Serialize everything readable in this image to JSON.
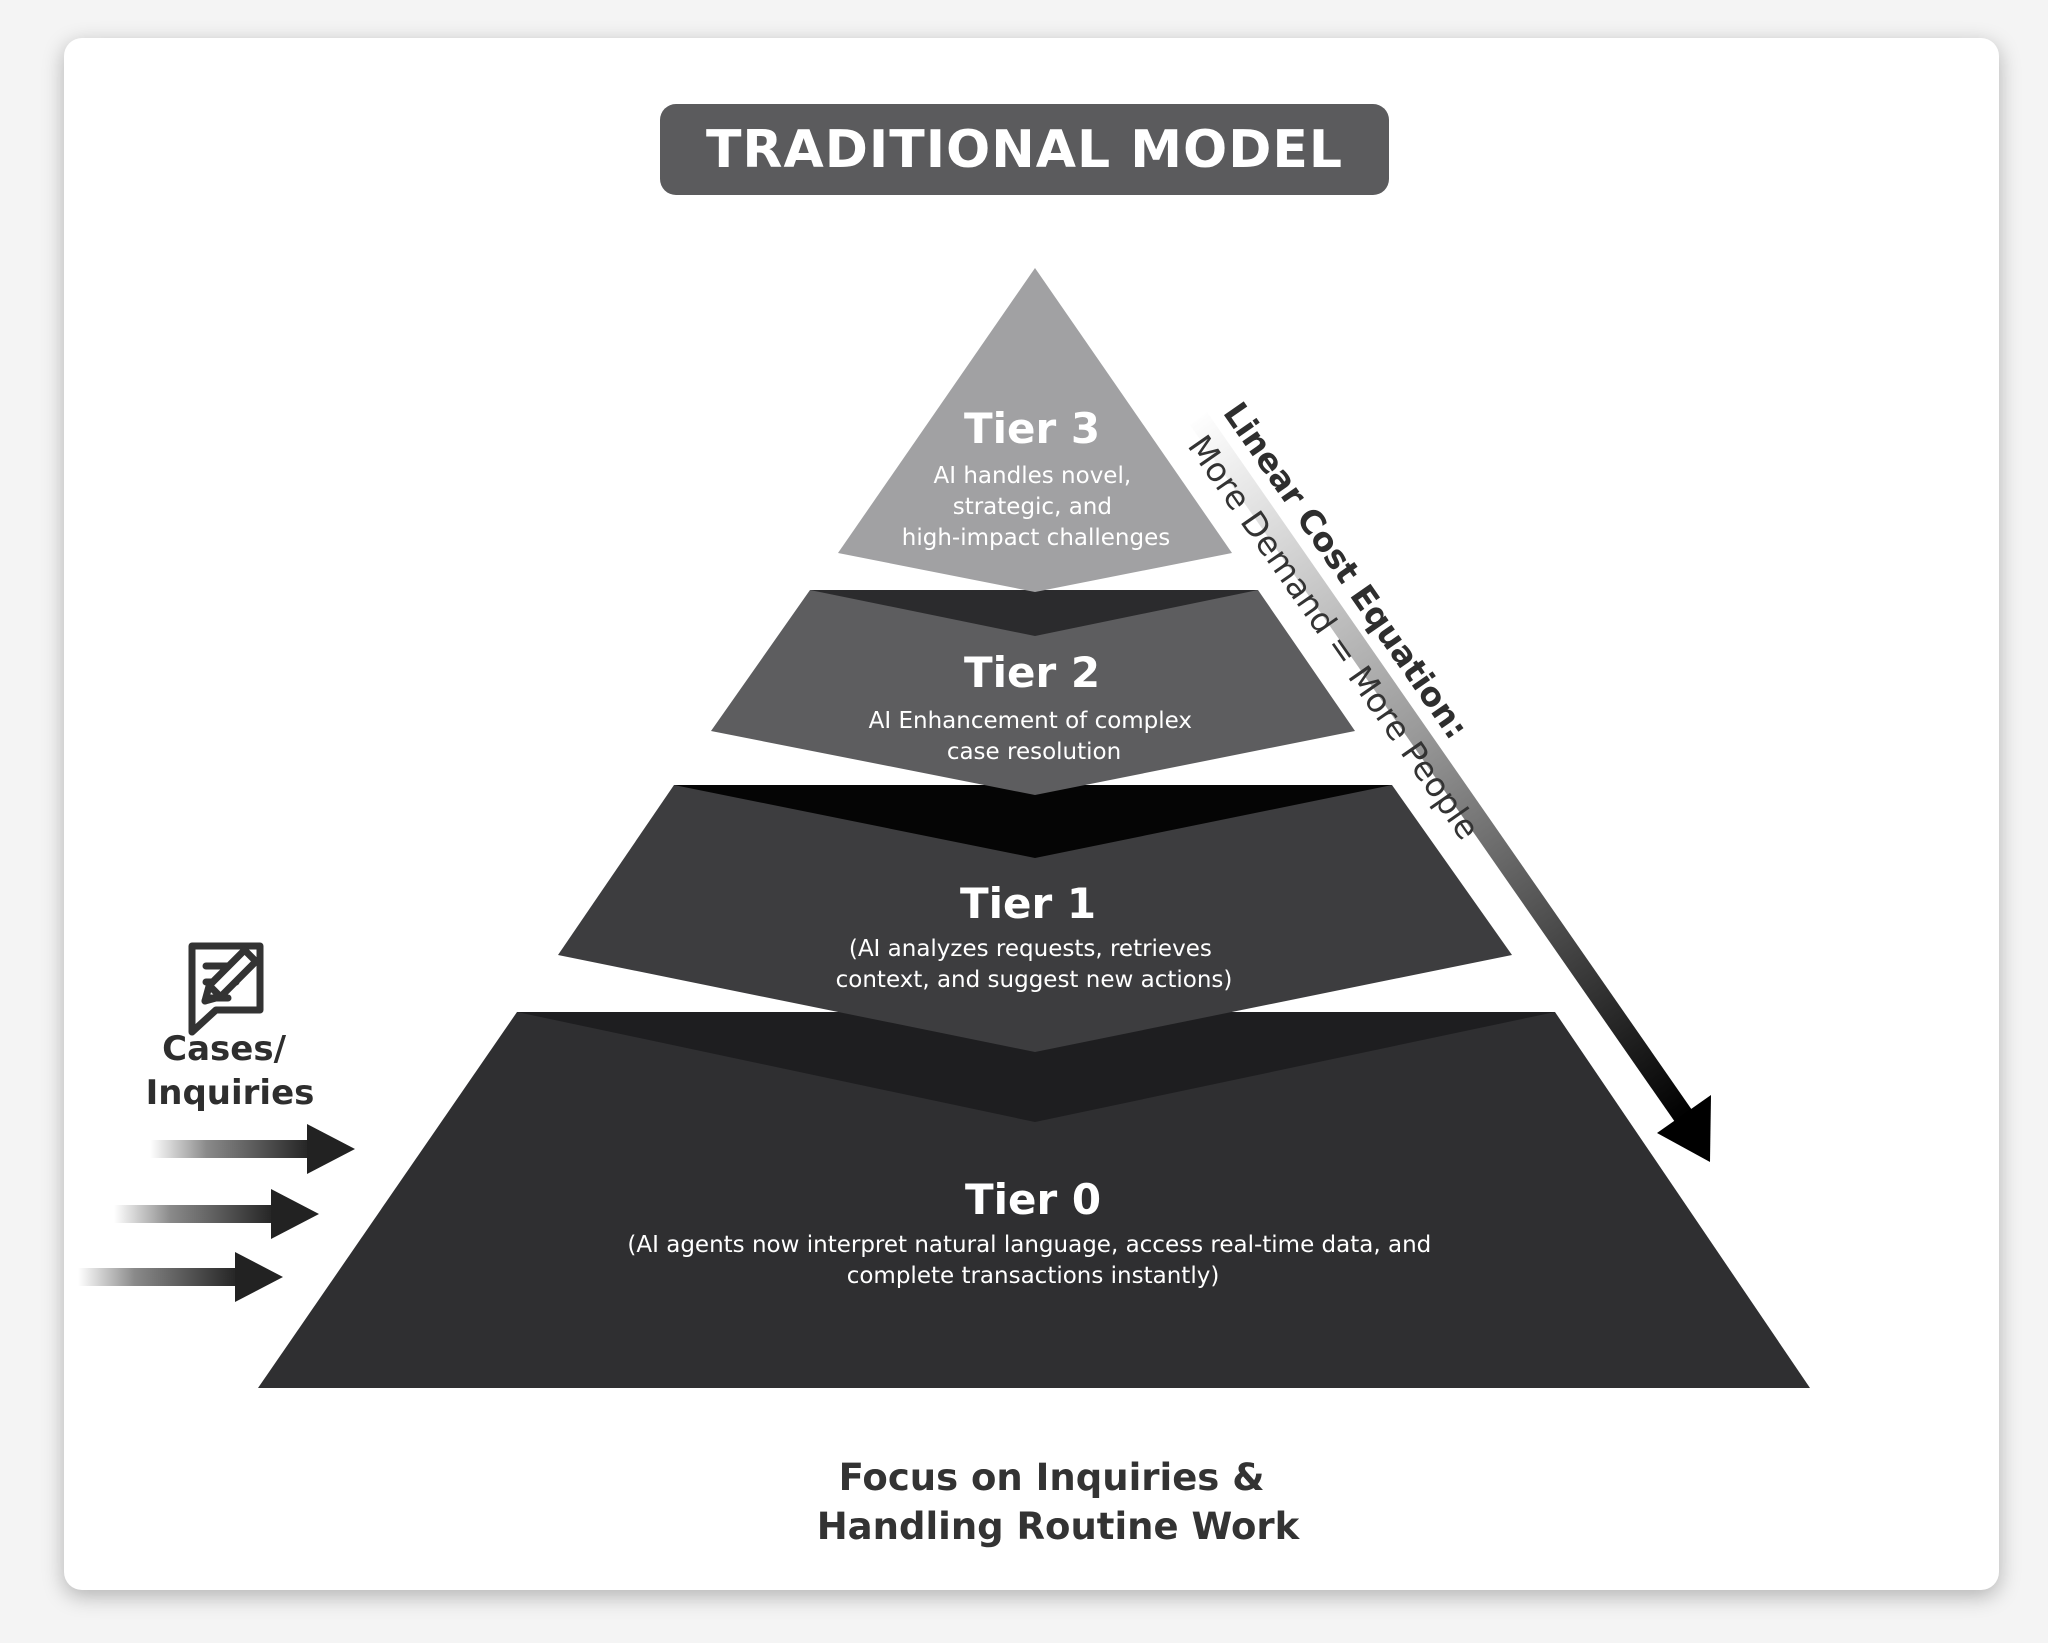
{
  "title": "TRADITIONAL MODEL",
  "tiers": [
    {
      "name": "Tier 3",
      "desc": [
        "AI handles novel,",
        "strategic, and",
        "high-impact challenges"
      ]
    },
    {
      "name": "Tier 2",
      "desc": [
        "AI Enhancement of complex",
        "case resolution"
      ]
    },
    {
      "name": "Tier 1",
      "desc": [
        "(AI analyzes requests, retrieves",
        "context, and suggest new actions)"
      ]
    },
    {
      "name": "Tier 0",
      "desc": [
        "(AI agents now interpret natural language, access real-time data, and",
        "complete transactions instantly)"
      ]
    }
  ],
  "inputs_label": [
    "Cases/",
    "Inquiries"
  ],
  "icons": {
    "document": "document-edit-icon"
  },
  "side_label": {
    "title": "Linear Cost Equation:",
    "subtitle": "More Demand = More People"
  },
  "bottom_caption": [
    "Focus on Inquiries &",
    "Handling Routine Work"
  ],
  "colors": {
    "tier3": "#a1a1a3",
    "tier2": "#5d5d5f",
    "tier1": "#3d3d3f",
    "tier0": "#2f2f31",
    "title_bg": "#5b5b5d"
  }
}
